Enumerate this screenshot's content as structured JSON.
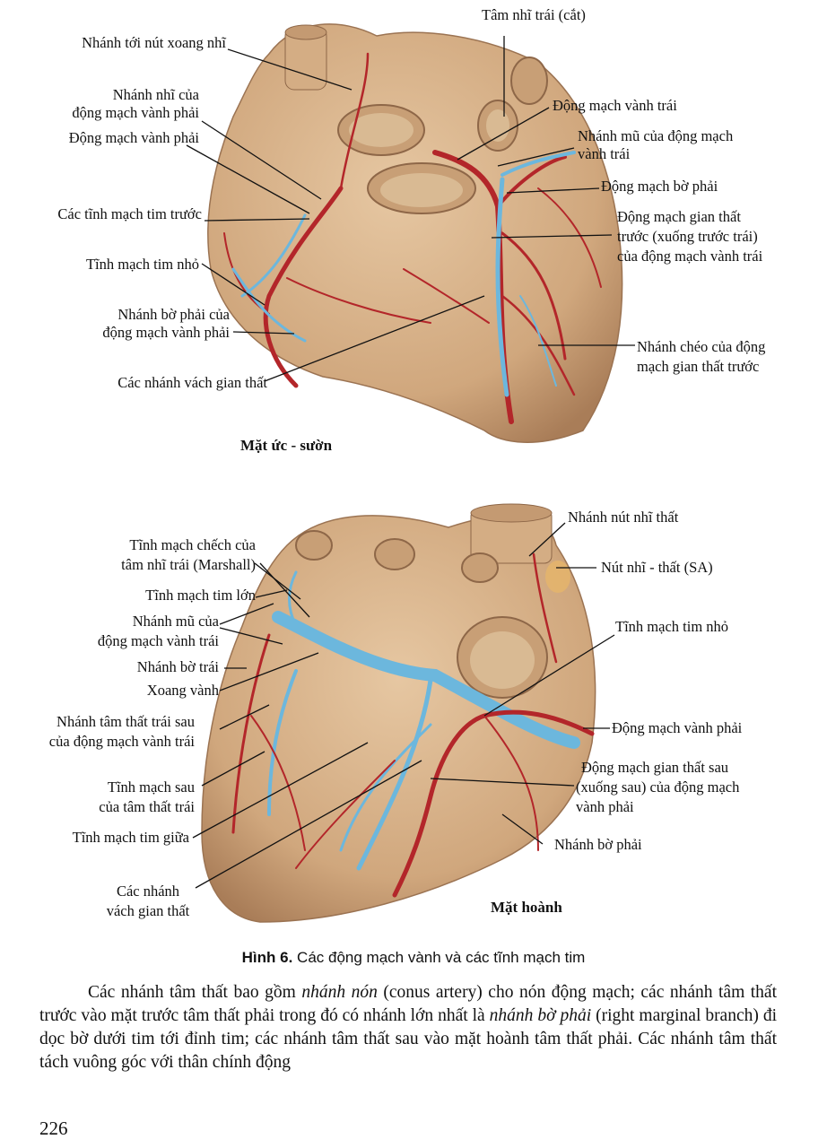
{
  "figure_top": {
    "view_title": "Mặt ức - sườn",
    "labels": {
      "sa_branch": "Nhánh tới nút xoang nhĩ",
      "atrial_branch_1": "Nhánh nhĩ của",
      "atrial_branch_2": "động mạch vành phải",
      "rca": "Động mạch vành phải",
      "anterior_cardiac_veins": "Các tĩnh mạch tim trước",
      "small_cardiac_vein": "Tĩnh mạch tim nhỏ",
      "right_marginal_1": "Nhánh bờ phải của",
      "right_marginal_2": "động mạch vành phải",
      "septal_branches": "Các nhánh vách gian thất",
      "left_atrium_cut": "Tâm nhĩ trái (cắt)",
      "lca": "Động mạch vành trái",
      "circumflex_1": "Nhánh mũ của động mạch",
      "circumflex_2": "vành trái",
      "left_marginal": "Động mạch bờ phải",
      "lad_1": "Động mạch gian thất",
      "lad_2": "trước (xuống trước trái)",
      "lad_3": "của động mạch vành trái",
      "diagonal_1": "Nhánh chéo của động",
      "diagonal_2": "mạch gian thất trước"
    }
  },
  "figure_bottom": {
    "view_title": "Mặt hoành",
    "labels": {
      "oblique_vein_1": "Tĩnh mạch chếch của",
      "oblique_vein_2": "tâm nhĩ trái (Marshall)",
      "great_cardiac_vein": "Tĩnh mạch tim lớn",
      "circumflex_1": "Nhánh mũ của",
      "circumflex_2": "động mạch vành trái",
      "left_marginal": "Nhánh bờ trái",
      "coronary_sinus": "Xoang vành",
      "posterior_lv_1": "Nhánh tâm thất trái sau",
      "posterior_lv_2": "của động mạch vành trái",
      "posterior_vein_1": "Tĩnh mạch sau",
      "posterior_vein_2": "của tâm thất trái",
      "middle_cardiac_vein": "Tĩnh mạch tim giữa",
      "septal_1": "Các nhánh",
      "septal_2": "vách gian thất",
      "av_nodal_branch": "Nhánh nút nhĩ thất",
      "av_node": "Nút nhĩ - thất (SA)",
      "small_cardiac_vein": "Tĩnh mạch tim nhỏ",
      "rca": "Động mạch vành phải",
      "pda_1": "Động mạch gian thất sau",
      "pda_2": "(xuống sau) của động mạch",
      "pda_3": "vành phải",
      "right_marginal": "Nhánh bờ phải"
    }
  },
  "caption": {
    "label": "Hình 6.",
    "text": " Các động mạch vành và các tĩnh mạch tim"
  },
  "body": {
    "p1": "Các nhánh tâm thất bao gồm ",
    "p2": "nhánh nón",
    "p3": " (conus artery) cho nón động mạch; các nhánh tâm thất trước vào mặt trước tâm thất phải trong đó có nhánh lớn nhất là ",
    "p4": "nhánh bờ phải",
    "p5": " (right marginal branch) đi dọc bờ dưới tim tới đỉnh tim; các nhánh tâm thất sau vào mặt hoành tâm thất phải. Các nhánh tâm thất tách vuông góc với thân chính động"
  },
  "page_number": "226",
  "colors": {
    "heart_fill": "#d8b48c",
    "heart_shadow": "#b88d66",
    "artery": "#b3262a",
    "vein": "#6cb7dd",
    "leader_line": "#111111"
  }
}
